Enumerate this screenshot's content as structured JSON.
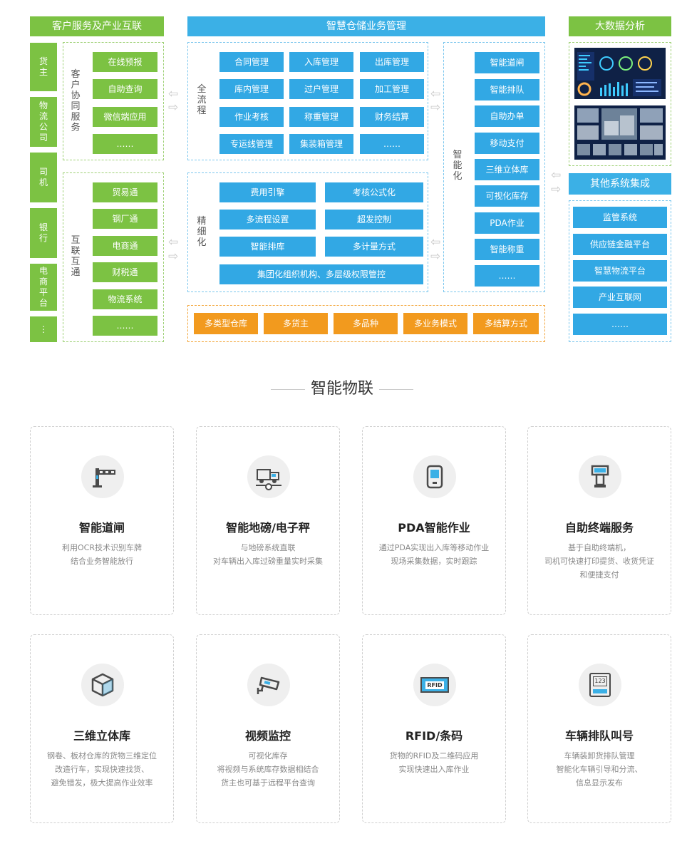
{
  "headers": {
    "left": "客户服务及产业互联",
    "center": "智慧仓储业务管理",
    "right": "大数据分析",
    "other_systems": "其他系统集成"
  },
  "left_sidebar": [
    "货主",
    "物流公司",
    "司机",
    "银行",
    "电商平台",
    "⋮"
  ],
  "client_collab": {
    "label": "客户协同服务",
    "items": [
      "在线预报",
      "自助查询",
      "微信端应用",
      "……"
    ]
  },
  "interconnect": {
    "label": "互联互通",
    "items": [
      "贸易通",
      "钢厂通",
      "电商通",
      "财税通",
      "物流系统",
      "……"
    ]
  },
  "full_process": {
    "label": "全流程",
    "items": [
      "合同管理",
      "入库管理",
      "出库管理",
      "库内管理",
      "过户管理",
      "加工管理",
      "作业考核",
      "称重管理",
      "财务结算",
      "专运线管理",
      "集装箱管理",
      "……"
    ]
  },
  "refined": {
    "label": "精细化",
    "items": [
      "费用引擎",
      "考核公式化",
      "多流程设置",
      "超发控制",
      "智能排库",
      "多计量方式"
    ],
    "wide_item": "集团化组织机构、多层级权限管控"
  },
  "intelligent": {
    "label": "智能化",
    "items": [
      "智能道闸",
      "智能排队",
      "自助办单",
      "移动支付",
      "三维立体库",
      "可视化库存",
      "PDA作业",
      "智能称重",
      "……"
    ]
  },
  "orange_items": [
    "多类型仓库",
    "多货主",
    "多品种",
    "多业务模式",
    "多结算方式"
  ],
  "other_systems": [
    "监管系统",
    "供应链金融平台",
    "智慧物流平台",
    "产业互联网",
    "……"
  ],
  "section_title": "智能物联",
  "features": [
    {
      "icon": "barrier-gate-icon",
      "title": "智能道闸",
      "desc": [
        "利用OCR技术识别车牌",
        "结合业务智能放行"
      ]
    },
    {
      "icon": "truck-scale-icon",
      "title": "智能地磅/电子秤",
      "desc": [
        "与地磅系统直联",
        "对车辆出入库过磅重量实时采集"
      ]
    },
    {
      "icon": "pda-device-icon",
      "title": "PDA智能作业",
      "desc": [
        "通过PDA实现出入库等移动作业",
        "现场采集数据，实时跟踪"
      ]
    },
    {
      "icon": "kiosk-terminal-icon",
      "title": "自助终端服务",
      "desc": [
        "基于自助终端机，",
        "司机可快速打印提货、收货凭证",
        "和便捷支付"
      ]
    },
    {
      "icon": "cube-3d-icon",
      "title": "三维立体库",
      "desc": [
        "钢卷、板材仓库的货物三维定位",
        "改造行车，实现快速找货、",
        "避免错发，极大提高作业效率"
      ]
    },
    {
      "icon": "surveillance-camera-icon",
      "title": "视频监控",
      "desc": [
        "可视化库存",
        "将视频与系统库存数据相结合",
        "货主也可基于远程平台查询"
      ]
    },
    {
      "icon": "rfid-tag-icon",
      "title": "RFID/条码",
      "desc": [
        "货物的RFID及二维码应用",
        "实现快速出入库作业"
      ]
    },
    {
      "icon": "queue-number-icon",
      "title": "车辆排队叫号",
      "desc": [
        "车辆装卸货排队管理",
        "智能化车辆引导和分流、",
        "信息显示发布"
      ]
    }
  ],
  "icon_texts": {
    "rfid": "RFID",
    "queue": "123"
  },
  "colors": {
    "green": "#7cc243",
    "blue": "#3bb0e6",
    "box_blue": "#32a8e4",
    "orange": "#f29a1e",
    "dark_dashboard": "#0f2146"
  }
}
